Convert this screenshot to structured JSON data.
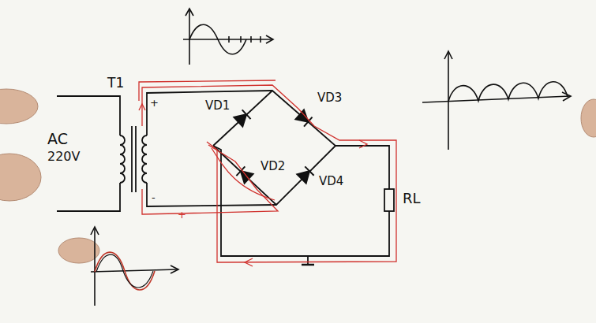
{
  "diagram": {
    "labels": [
      "T1",
      "AC",
      "220V",
      "VD1",
      "VD2",
      "VD3",
      "VD4",
      "RL",
      "+",
      "-",
      "+"
    ]
  }
}
